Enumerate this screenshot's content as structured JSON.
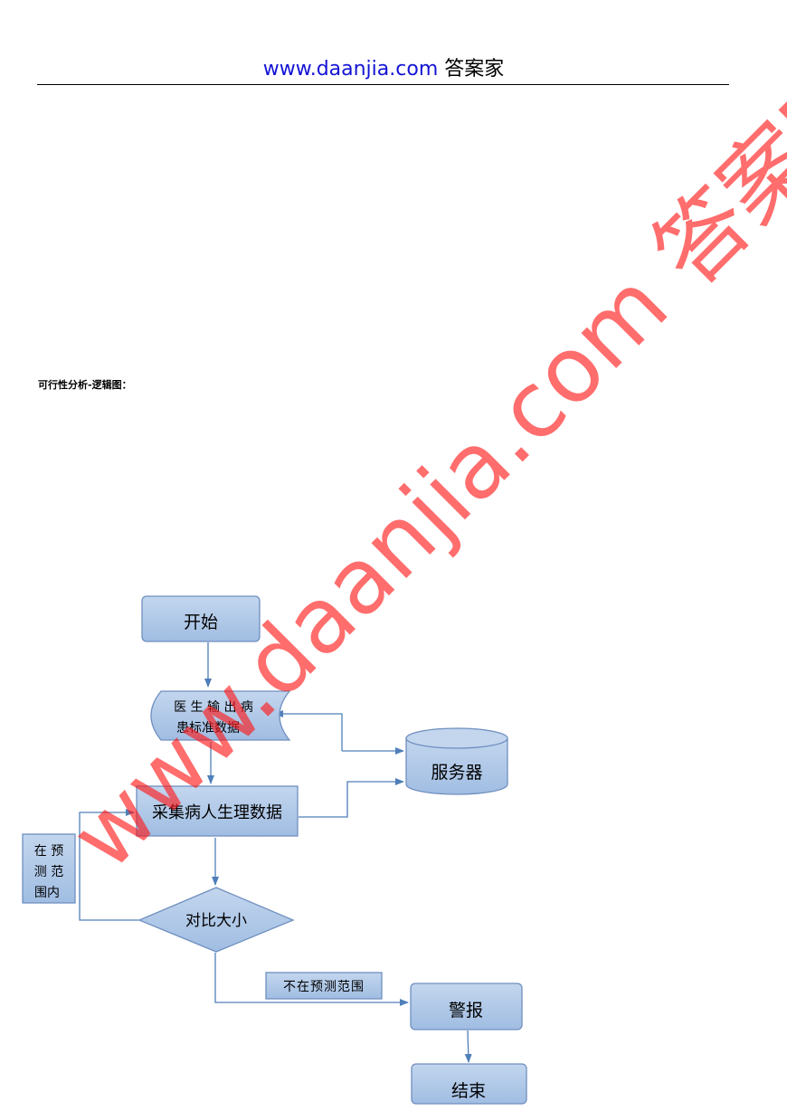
{
  "header": {
    "url": "www.daanjia.com",
    "site_name": "答案家"
  },
  "section": {
    "heading": "可行性分析-逻辑图："
  },
  "flowchart": {
    "start": "开始",
    "doctor_input_line1": "医 生 输 出 病",
    "doctor_input_line2": "患标准数据",
    "server": "服务器",
    "collect": "采集病人生理数据",
    "in_range_line1": "在  预",
    "in_range_line2": "测  范",
    "in_range_line3": "围内",
    "compare": "对比大小",
    "out_of_range": "不在预测范围",
    "alarm": "警报",
    "end": "结束"
  },
  "watermark": {
    "text": "www.daanjia.com 答案家"
  },
  "colors": {
    "node_fill": "#a9c4e6",
    "node_stroke": "#6f8fbf",
    "connector": "#4f7fb9",
    "url": "#1414d6",
    "watermark": "#ff1414"
  }
}
